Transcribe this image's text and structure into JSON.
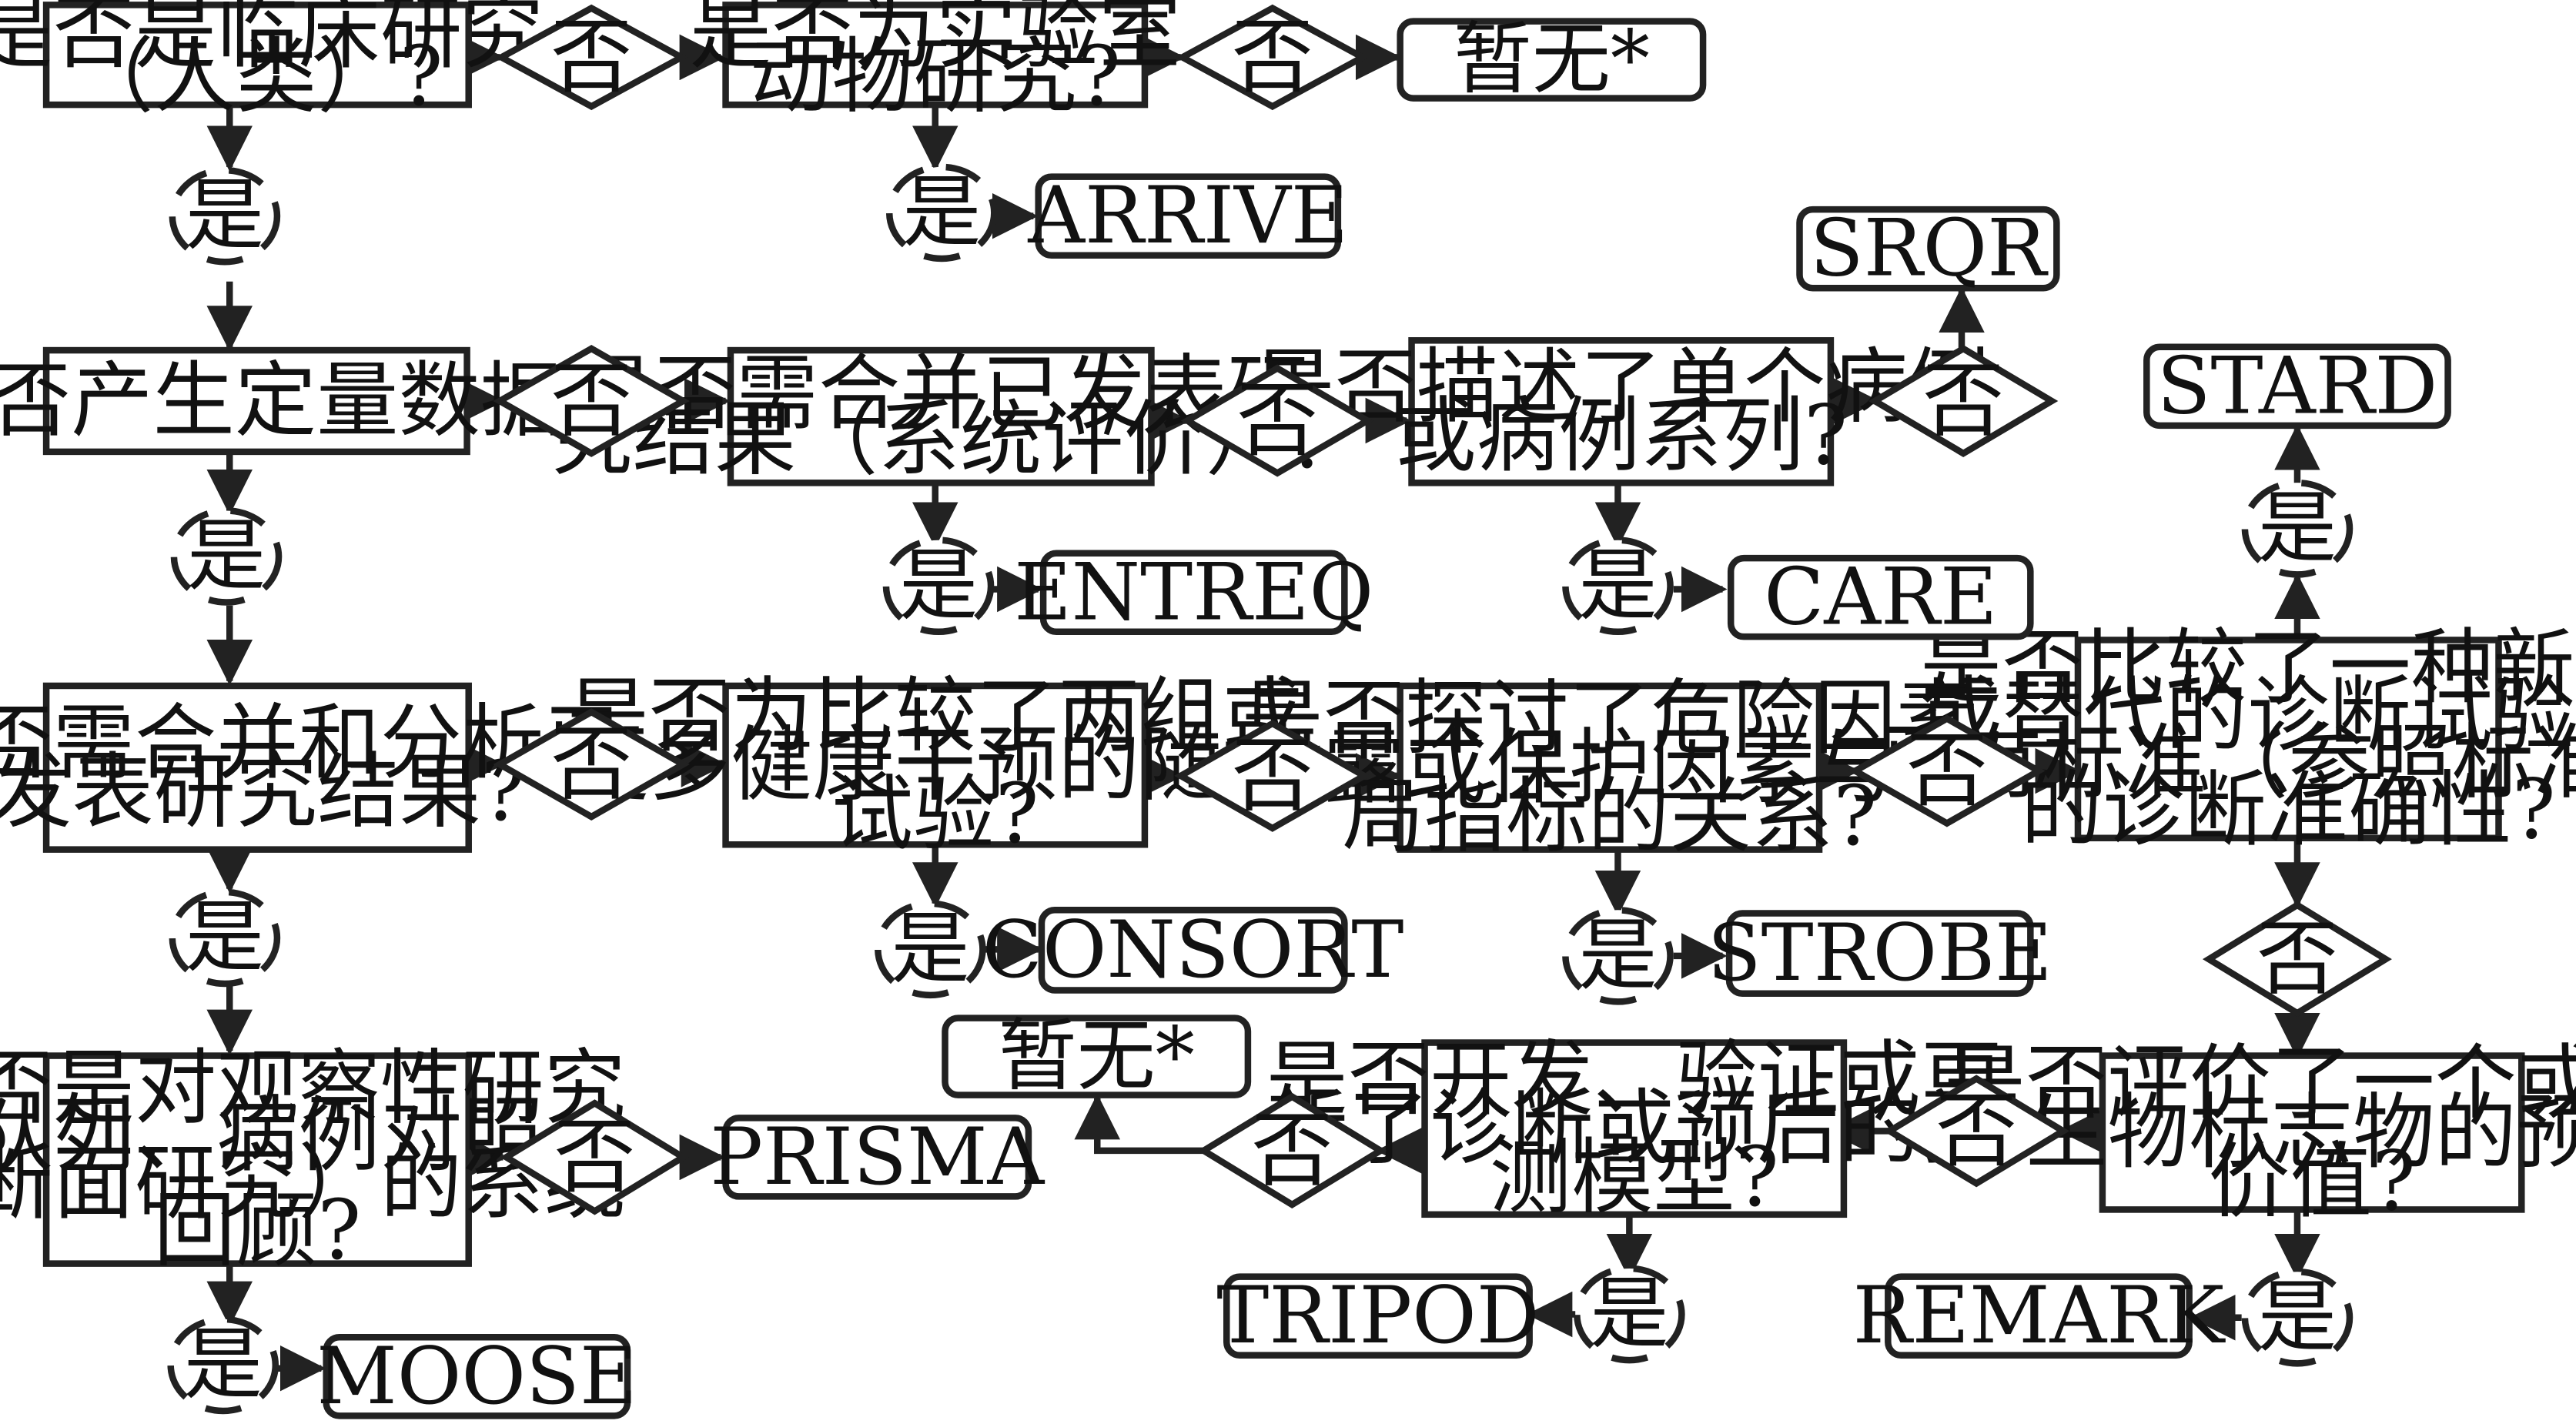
{
  "labels": {
    "yes": "是",
    "no": "否"
  },
  "questions": {
    "q1": [
      "是否是临床研究",
      "（人类）?"
    ],
    "q2": [
      "是否为实验室",
      "动物研究?"
    ],
    "q3": [
      "是否产生定量数据?"
    ],
    "q4": [
      "是否需合并已发表研",
      "究结果（系统评价）?"
    ],
    "q5": [
      "是否描述了单个病例",
      "或病例系列?"
    ],
    "q6": [
      "是否需合并和分析已",
      "发表研究结果?"
    ],
    "q7": [
      "是否为比较了两组或",
      "更多健康干预的随机",
      "试验?"
    ],
    "q8": [
      "是否探讨了危险因素",
      "暴露或保护因素与结",
      "局指标的关系?"
    ],
    "q9": [
      "是否比较了一种新的",
      "或替代的诊断试验与",
      "已有标准（参照标准）",
      "的诊断准确性?"
    ],
    "q10": [
      "是否是对观察性研究",
      "（队列、病例对照、",
      "横断面研究）的系统",
      "回顾?"
    ],
    "q11": [
      "是否开发、验证或更",
      "新了诊断或预后的预",
      "测模型?"
    ],
    "q12": [
      "是否评价了一个或更",
      "多生物标志物的预后",
      "价值?"
    ]
  },
  "guidelines": {
    "none_1": "暂无*",
    "arrive": "ARRIVE",
    "srqr": "SRQR",
    "stard": "STARD",
    "entreq": "ENTREQ",
    "care": "CARE",
    "consort": "CONSORT",
    "strobe": "STROBE",
    "none_2": "暂无*",
    "prisma": "PRISMA",
    "tripod": "TRIPOD",
    "remark": "REMARK",
    "moose": "MOOSE"
  }
}
